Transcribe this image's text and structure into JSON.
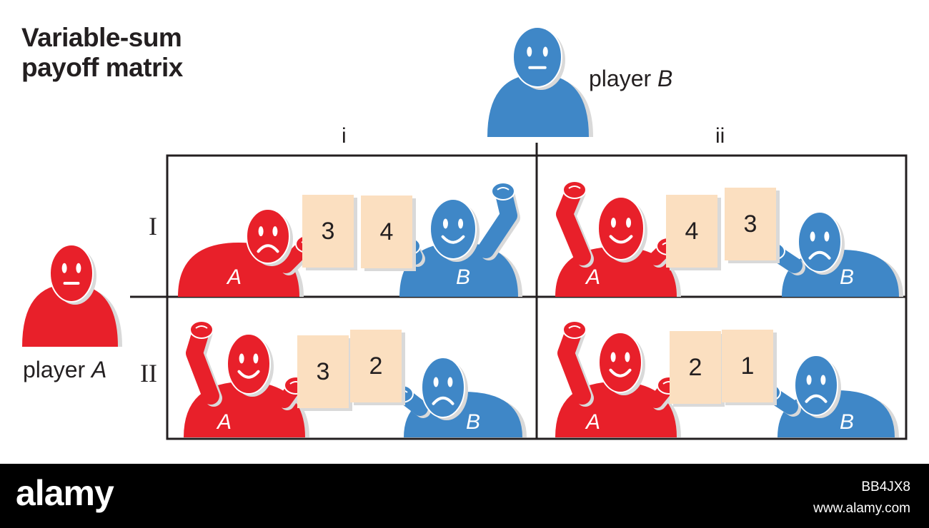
{
  "title_line1": "Variable-sum",
  "title_line2": "payoff matrix",
  "player_a": {
    "text": "player ",
    "letter": "A"
  },
  "player_b": {
    "text": "player ",
    "letter": "B"
  },
  "columns": [
    "i",
    "ii"
  ],
  "rows": [
    "I",
    "II"
  ],
  "cells": [
    {
      "row": "I",
      "col": "i",
      "a_payoff": "3",
      "b_payoff": "4",
      "a_mood": "sad",
      "b_mood": "happy",
      "a_tag": "A",
      "b_tag": "B"
    },
    {
      "row": "I",
      "col": "ii",
      "a_payoff": "4",
      "b_payoff": "3",
      "a_mood": "happy",
      "b_mood": "sad",
      "a_tag": "A",
      "b_tag": "B"
    },
    {
      "row": "II",
      "col": "i",
      "a_payoff": "3",
      "b_payoff": "2",
      "a_mood": "happy",
      "b_mood": "sad",
      "a_tag": "A",
      "b_tag": "B"
    },
    {
      "row": "II",
      "col": "ii",
      "a_payoff": "2",
      "b_payoff": "1",
      "a_mood": "happy",
      "b_mood": "sad",
      "a_tag": "A",
      "b_tag": "B"
    }
  ],
  "colors": {
    "red": "#e8202a",
    "blue": "#3f87c7",
    "card": "#fbdfc0",
    "shadow": "#d9d9d9",
    "ink": "#231f20"
  },
  "watermark": {
    "logo": "alamy",
    "image_id": "BB4JX8",
    "site": "www.alamy.com"
  }
}
